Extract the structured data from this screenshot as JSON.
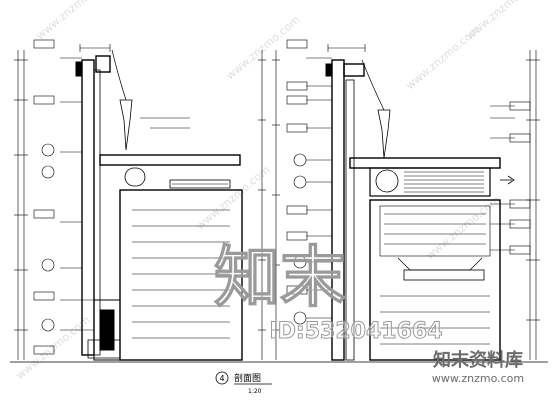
{
  "drawing": {
    "view_title": "剖面图",
    "view_number": "4",
    "scale_note": "1:20"
  },
  "watermark": {
    "brand_cn": "知末",
    "id_text": "ID:532041664",
    "footer_cn": "知末资料库",
    "footer_url": "www.znzmo.com",
    "tiled_url": "www.znzmo.com"
  }
}
